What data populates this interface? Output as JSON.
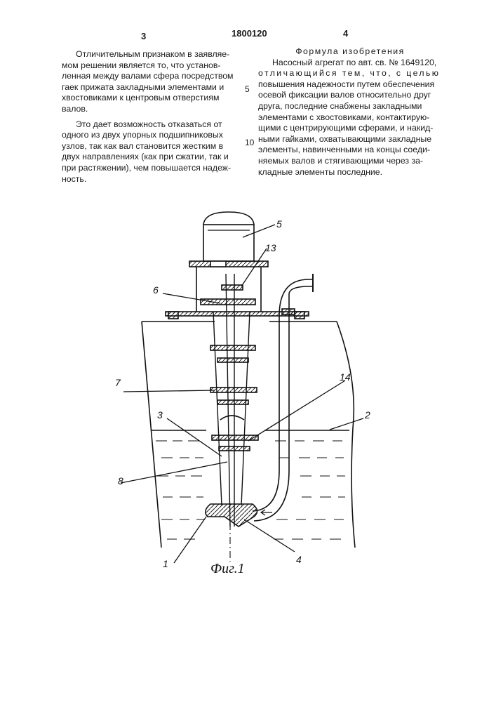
{
  "header": {
    "page_left": "3",
    "patent_number": "1800120",
    "page_right": "4"
  },
  "left_column": {
    "p1": [
      "Отличительным признаком в заявляе-",
      "мом решении является то, что установ-",
      "ленная между валами сфера посредством",
      "гаек прижата закладными элементами и",
      "хвостовиками к центровым отверстиям",
      "валов."
    ],
    "p2": [
      "Это дает возможность отказаться от",
      "одного из двух упорных подшипниковых",
      "узлов, так как вал становится жестким в",
      "двух направлениях (как при сжатии, так и",
      "при растяжении), чем повышается надеж-",
      "ность."
    ]
  },
  "line_numbers": [
    "5",
    "10"
  ],
  "right_column": {
    "title": "Формула изобретения",
    "lines": [
      "Насосный агрегат по авт. св. № 1649120,",
      "отличающийся тем, что, с целью",
      "повышения надежности путем обеспечения",
      "осевой фиксации валов относительно друг",
      "друга, последние снабжены закладными",
      "элементами с хвостовиками, контактирую-",
      "щими с центрирующими сферами, и накид-",
      "ными гайками, охватывающими закладные",
      "элементы, навинченными на концы соеди-",
      "няемых валов и стягивающими через за-",
      "кладные элементы последние."
    ]
  },
  "figure": {
    "caption": "Фиг.1",
    "labels": {
      "l1": "1",
      "l2": "2",
      "l3": "3",
      "l4": "4",
      "l5": "5",
      "l6": "6",
      "l7": "7",
      "l8": "8",
      "l13": "13",
      "l14": "14"
    }
  }
}
